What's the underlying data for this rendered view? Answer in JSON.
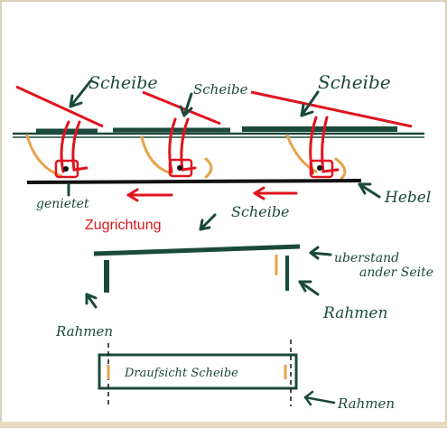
{
  "labels": {
    "scheibe_1": "Scheibe",
    "scheibe_2": "Scheibe",
    "scheibe_3": "Scheibe",
    "scheibe_side": "Scheibe",
    "genietet": "genietet",
    "hebel": "Hebel",
    "zugrichtung": "Zugrichtung",
    "ueberstand_line1": "uberstand",
    "ueberstand_line2": "ander Seite",
    "rahmen_left": "Rahmen",
    "rahmen_right": "Rahmen",
    "draufsicht": "Draufsicht Scheibe",
    "rahmen_bottom": "Rahmen"
  },
  "colors": {
    "ink_dark": "#1b4a3c",
    "ink_black": "#111111",
    "red": "#e0141e",
    "orange": "#e8a24a",
    "paper": "#ffffff",
    "border": "#d9d0bb"
  }
}
